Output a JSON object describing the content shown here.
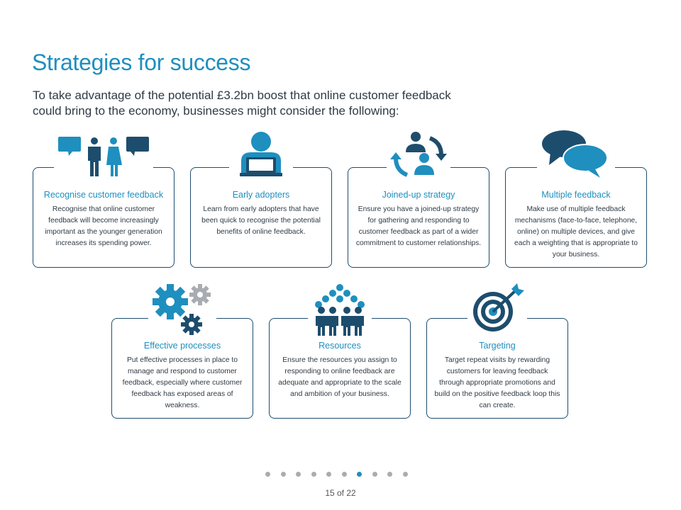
{
  "page": {
    "title": "Strategies for success",
    "intro": "To take advantage of the potential £3.2bn boost that online customer feedback could bring to the economy, businesses might consider the following:"
  },
  "cards": [
    {
      "title": "Recognise customer feedback",
      "body": "Recognise that online customer feedback will become increasingly important as the younger generation increases its spending power.",
      "icon": "people-talking-icon"
    },
    {
      "title": "Early adopters",
      "body": "Learn from early adopters that have been quick to recognise the potential benefits of online feedback.",
      "icon": "laptop-user-icon"
    },
    {
      "title": "Joined-up strategy",
      "body": "Ensure you have a joined-up strategy for gathering and responding to customer feedback as part of a wider commitment to customer relationships.",
      "icon": "cycle-users-icon"
    },
    {
      "title": "Multiple feedback",
      "body": "Make use of multiple feedback mechanisms (face-to-face, telephone, online) on multiple devices, and give each a weighting that is appropriate to your business.",
      "icon": "speech-bubbles-icon"
    },
    {
      "title": "Effective processes",
      "body": "Put effective processes in place to manage and respond to customer feedback, especially where customer feedback has exposed areas of weakness.",
      "icon": "gears-icon"
    },
    {
      "title": "Resources",
      "body": "Ensure the resources you assign to responding to online feedback are adequate and appropriate to the scale and ambition of your business.",
      "icon": "team-icon"
    },
    {
      "title": "Targeting",
      "body": "Target repeat visits by rewarding customers for leaving feedback through appropriate promotions and build on the positive feedback loop this can create.",
      "icon": "target-icon"
    }
  ],
  "pagination": {
    "label": "15 of 22",
    "current": 7,
    "total_dots": 10
  },
  "colors": {
    "accent": "#1e8fbf",
    "dark": "#1d4d6d",
    "grey": "#a9adb1"
  }
}
